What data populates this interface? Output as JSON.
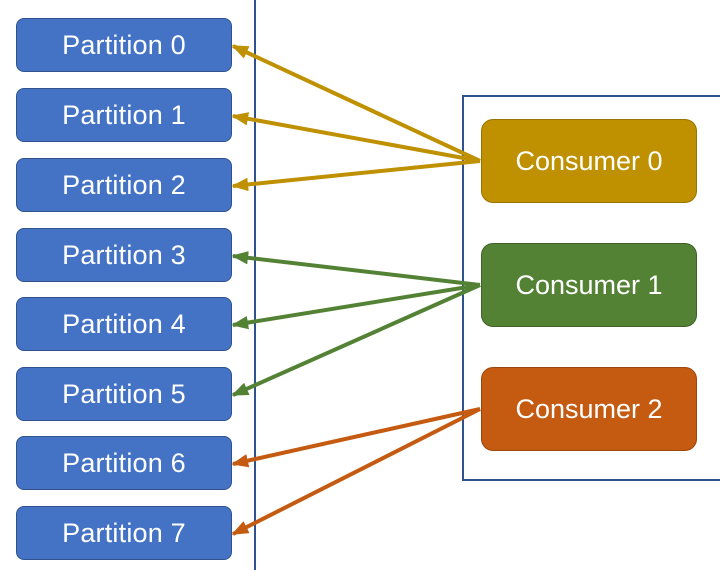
{
  "partitions": [
    {
      "label": "Partition 0"
    },
    {
      "label": "Partition 1"
    },
    {
      "label": "Partition 2"
    },
    {
      "label": "Partition 3"
    },
    {
      "label": "Partition 4"
    },
    {
      "label": "Partition 5"
    },
    {
      "label": "Partition 6"
    },
    {
      "label": "Partition 7"
    }
  ],
  "consumers": [
    {
      "label": "Consumer 0",
      "color": "#bf9000",
      "border": "#9a7400",
      "partitions": [
        0,
        1,
        2
      ]
    },
    {
      "label": "Consumer 1",
      "color": "#548235",
      "border": "#3e6227",
      "partitions": [
        3,
        4,
        5
      ]
    },
    {
      "label": "Consumer 2",
      "color": "#c55a11",
      "border": "#9c470d",
      "partitions": [
        6,
        7
      ]
    }
  ]
}
